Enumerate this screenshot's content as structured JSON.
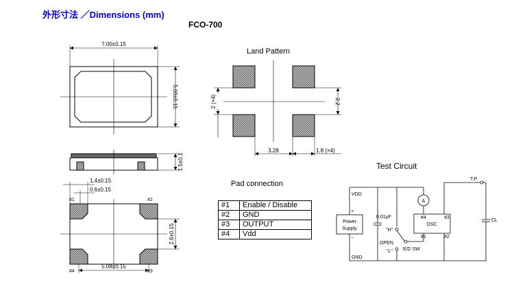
{
  "page": {
    "title": "外形寸法 ／Dimensions (mm)",
    "model": "FCO-700"
  },
  "top_view": {
    "width_dim": "7.00±0.15",
    "height_dim": "5.00±0.15"
  },
  "side_view": {
    "thickness_dim": "1.5±0.1"
  },
  "bottom_view": {
    "pad_width_dim": "1.4±0.15",
    "pad_gap_dim": "0.6±0.15",
    "pad_pitch_x_dim": "5.08±0.15",
    "pad_pitch_y_dim": "2.6±0.15",
    "pin_labels": {
      "p1": "#1",
      "p2": "#2",
      "p3": "#3",
      "p4": "#4"
    }
  },
  "land_pattern": {
    "title": "Land Pattern",
    "dim_pad_height": "2 (×4)",
    "dim_gap_y": "2.2",
    "dim_gap_x": "3.28",
    "dim_pad_width": "1.8 (×4)"
  },
  "pad_connection": {
    "title": "Pad connection",
    "rows": [
      {
        "pin": "#1",
        "function": "Enable / Disable"
      },
      {
        "pin": "#2",
        "function": "GND"
      },
      {
        "pin": "#3",
        "function": "OUTPUT"
      },
      {
        "pin": "#4",
        "function": "Vdd"
      }
    ]
  },
  "test_circuit": {
    "title": "Test Circuit",
    "vdd": "VDD",
    "gnd": "GND",
    "power_supply_line1": "Power",
    "power_supply_line2": "Supply",
    "plus": "+",
    "minus": "−",
    "cap": "0.01μF",
    "h_label": "\"H\"",
    "l_label": "\"L\"",
    "open": "OPEN",
    "ed_sw": "E/D SW",
    "ammeter": "A",
    "osc": "OSC",
    "pin4": "#4",
    "pin3": "#3",
    "pin1": "#1",
    "pin2": "#2",
    "tp": "T.P.",
    "cl": "CL"
  }
}
